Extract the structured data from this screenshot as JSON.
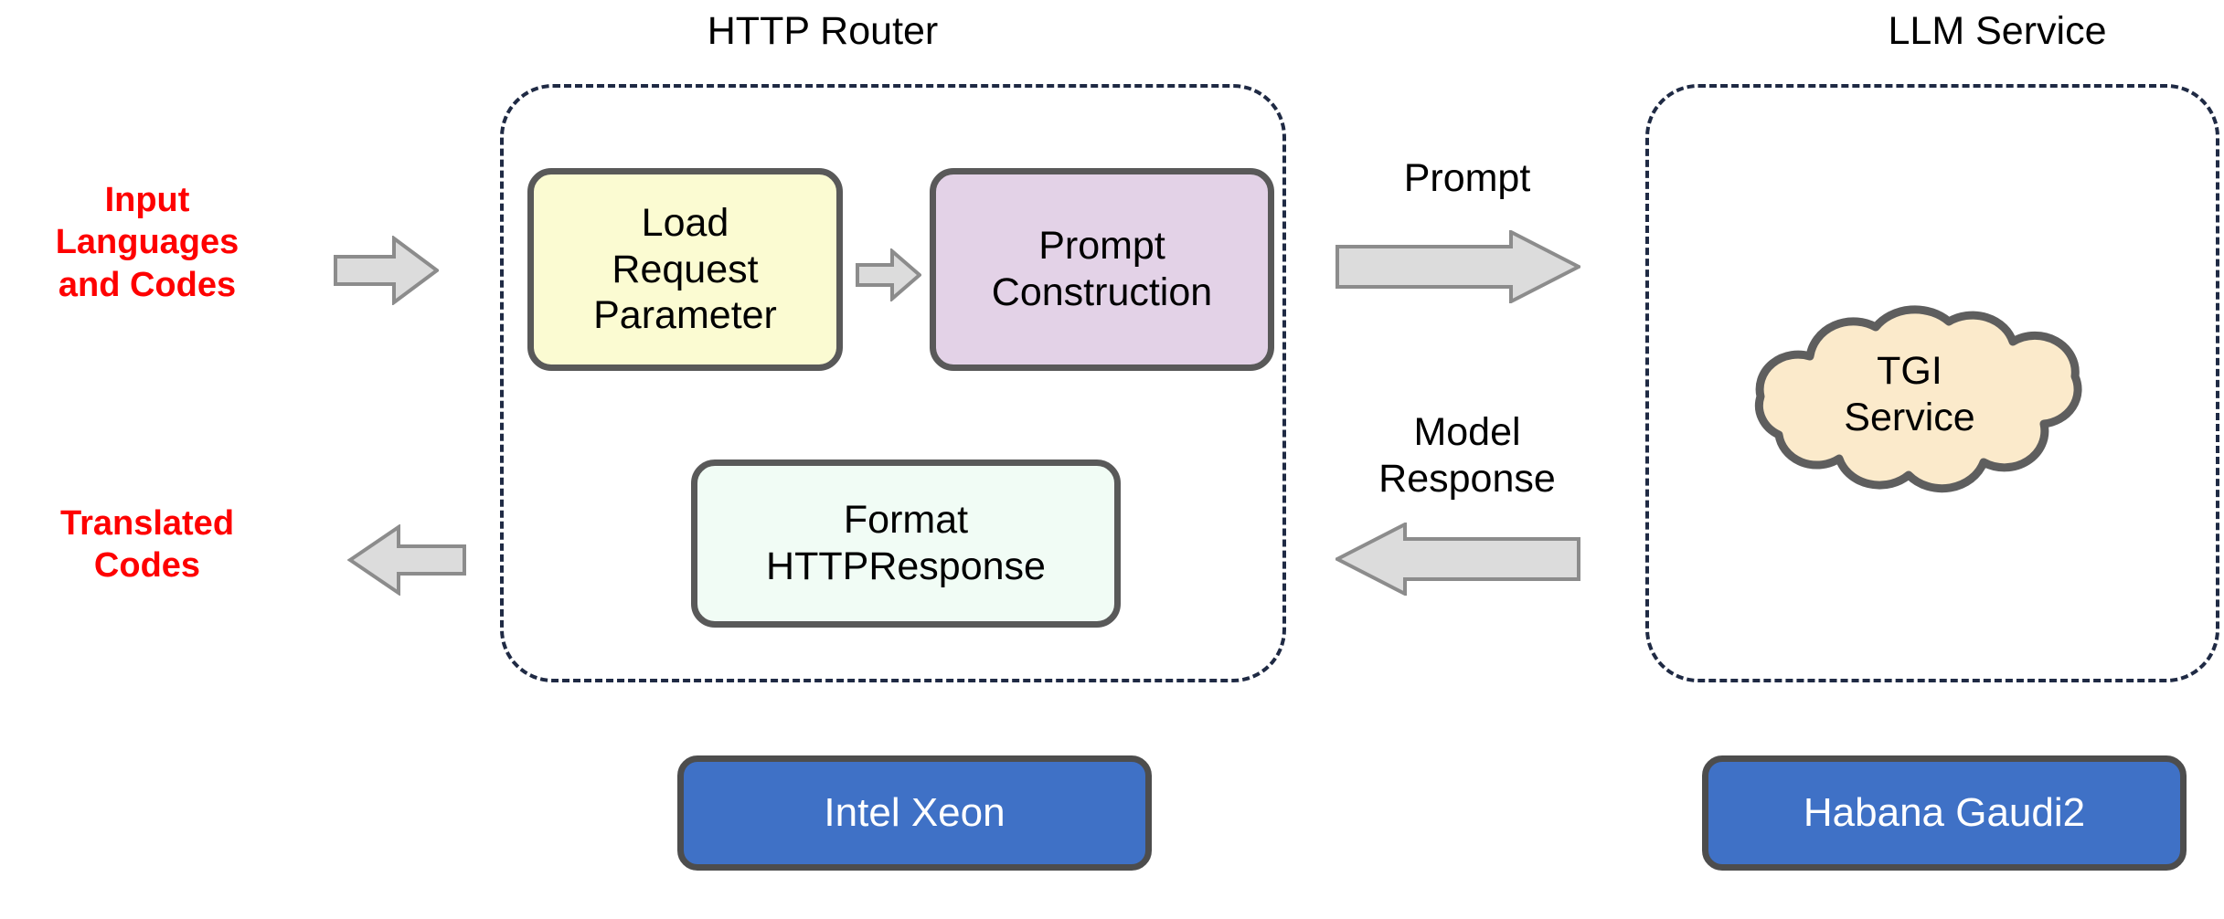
{
  "diagram": {
    "title_http_router": "HTTP Router",
    "title_llm_service": "LLM Service",
    "endpoints": {
      "input": "Input\nLanguages\nand Codes",
      "input_lines": [
        "Input",
        "Languages",
        "and Codes"
      ],
      "output": "Translated\nCodes",
      "output_lines": [
        "Translated",
        "Codes"
      ]
    },
    "http_router": {
      "boxes": [
        {
          "id": "load-request-parameter",
          "lines": [
            "Load",
            "Request",
            "Parameter"
          ],
          "fill": "#fbfbd2"
        },
        {
          "id": "prompt-construction",
          "lines": [
            "Prompt",
            "Construction"
          ],
          "fill": "#e3d2e7"
        },
        {
          "id": "format-httpresponse",
          "lines": [
            "Format",
            "HTTPResponse"
          ],
          "fill": "#f1fcf5"
        }
      ]
    },
    "llm_service": {
      "cloud": {
        "id": "tgi-service",
        "lines": [
          "TGI",
          "Service"
        ],
        "fill": "#fbeacb"
      }
    },
    "edges": [
      {
        "id": "prompt",
        "label": "Prompt",
        "direction": "right"
      },
      {
        "id": "model-response",
        "label_lines": [
          "Model",
          "Response"
        ],
        "direction": "left"
      }
    ],
    "hardware": [
      {
        "id": "intel-xeon",
        "label": "Intel Xeon",
        "fill": "#3f71c6"
      },
      {
        "id": "habana-gaudi2",
        "label": "Habana Gaudi2",
        "fill": "#3f71c6"
      }
    ],
    "colors": {
      "endpoint_red": "#fe0000",
      "group_border": "#1f2a44",
      "box_border": "#595959",
      "arrow_fill": "#dcdcdc",
      "arrow_stroke": "#8c8c8c",
      "hardware_blue": "#3f71c6",
      "cloud_fill": "#fbeacb",
      "cloud_stroke": "#5e5e5e",
      "background": "#ffffff"
    }
  }
}
